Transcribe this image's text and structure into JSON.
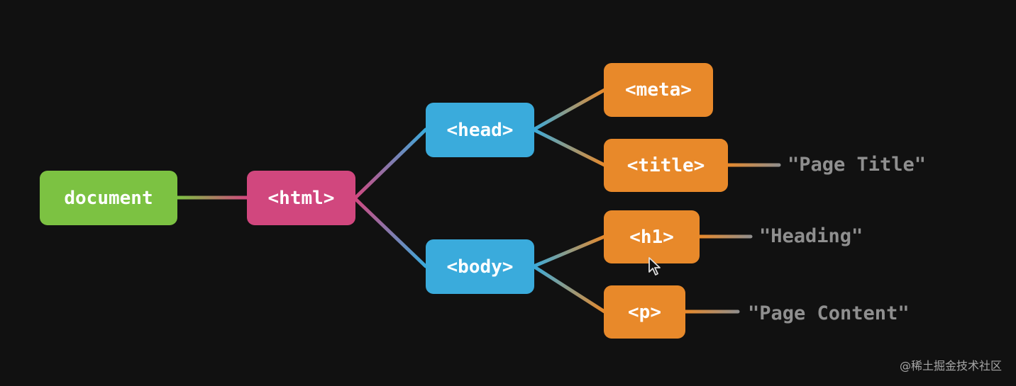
{
  "nodes": {
    "document": "document",
    "html": "<html>",
    "head": "<head>",
    "body": "<body>",
    "meta": "<meta>",
    "title": "<title>",
    "h1": "<h1>",
    "p": "<p>"
  },
  "texts": {
    "title": "\"Page Title\"",
    "h1": "\"Heading\"",
    "p": "\"Page Content\""
  },
  "watermark": "@稀土掘金技术社区",
  "colors": {
    "background": "#111111",
    "document": "#7cc242",
    "html": "#d1477e",
    "head_body": "#3aabdc",
    "leaf": "#e8892a",
    "text": "#8f8f8f"
  }
}
